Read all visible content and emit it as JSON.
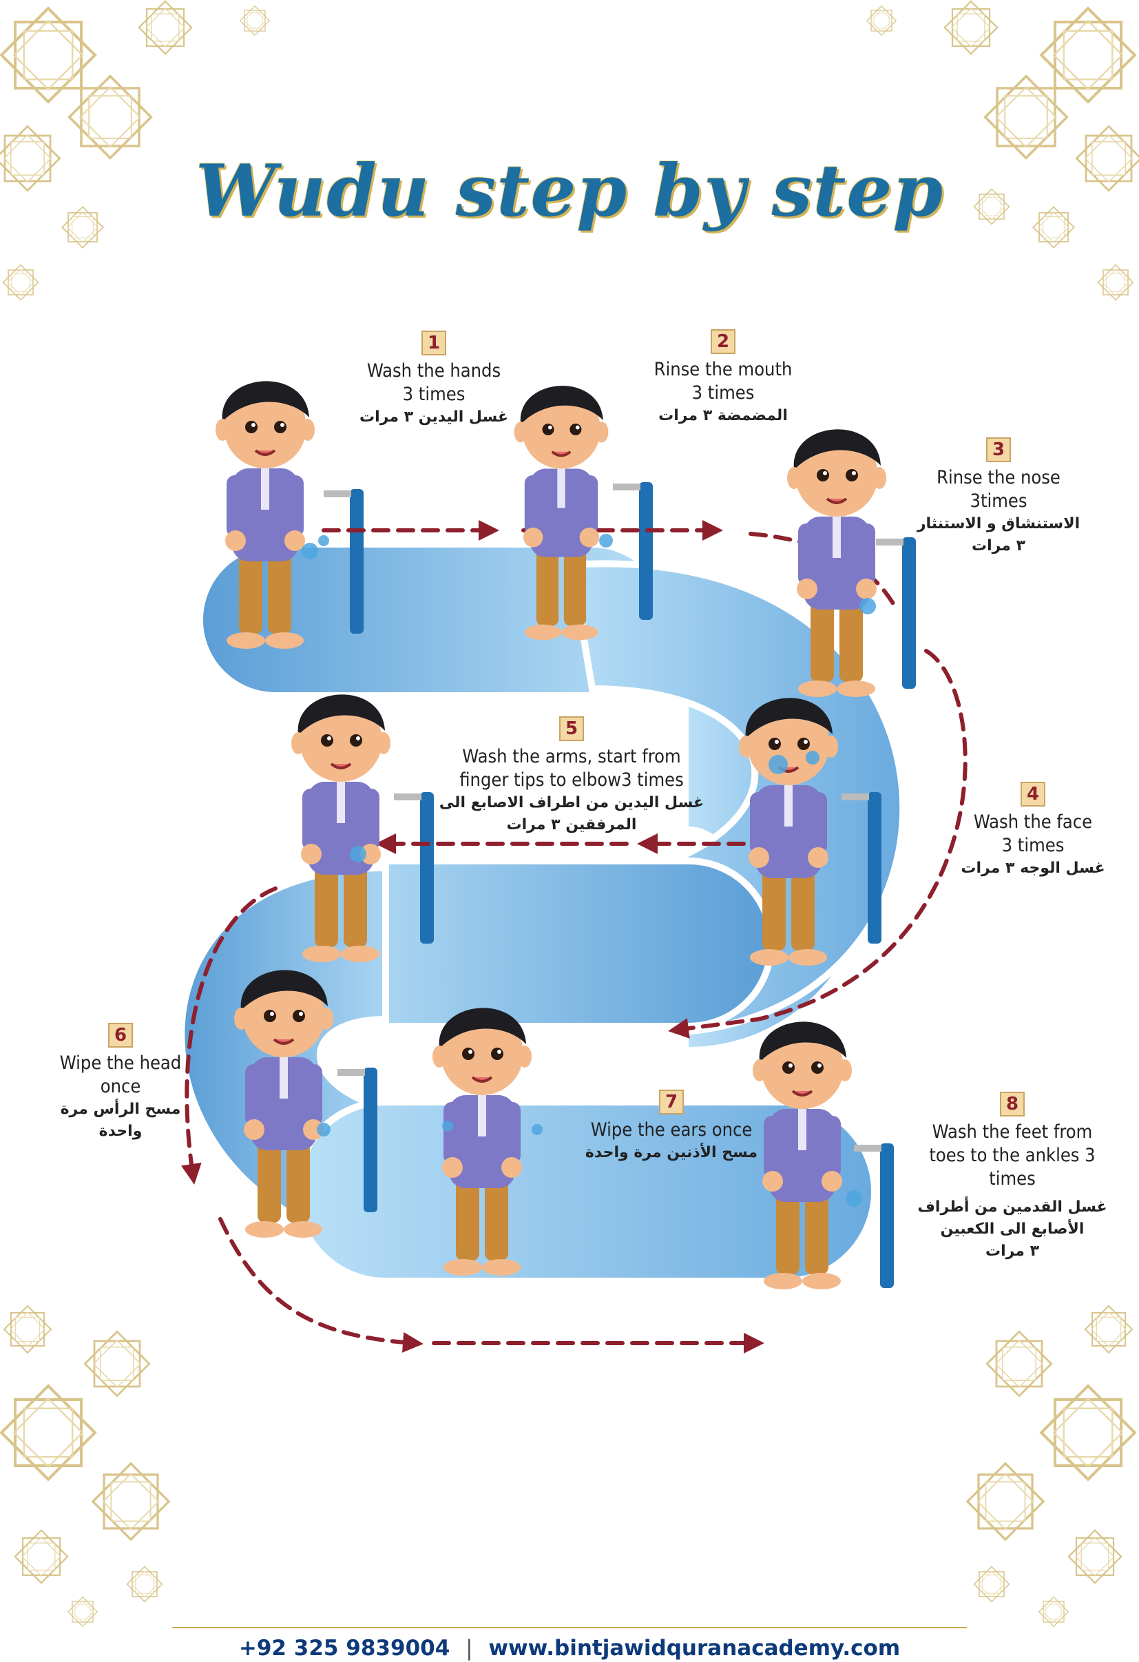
{
  "title": "Wudu step by step",
  "steps": [
    {
      "num": "1",
      "en1": "Wash the hands",
      "en2": "3 times",
      "en3": "",
      "ar1": "غسل اليدين ٣ مرات",
      "ar2": "",
      "ar3": ""
    },
    {
      "num": "2",
      "en1": "Rinse the mouth",
      "en2": "3 times",
      "en3": "",
      "ar1": "المضمضة ٣ مرات",
      "ar2": "",
      "ar3": ""
    },
    {
      "num": "3",
      "en1": "Rinse the nose",
      "en2": "3times",
      "en3": "",
      "ar1": "الاستنشاق و الاستنثار",
      "ar2": "٣ مرات",
      "ar3": ""
    },
    {
      "num": "4",
      "en1": "Wash the face",
      "en2": "3 times",
      "en3": "",
      "ar1": "غسل الوجه ٣ مرات",
      "ar2": "",
      "ar3": ""
    },
    {
      "num": "5",
      "en1": "Wash the arms, start from",
      "en2": "finger tips to elbow3 times",
      "en3": "",
      "ar1": "غسل اليدين من اطراف الاصابع الى",
      "ar2": "المرفقين  ٣ مرات",
      "ar3": ""
    },
    {
      "num": "6",
      "en1": "Wipe the head",
      "en2": "once",
      "en3": "",
      "ar1": "مسح الرأس مرة",
      "ar2": "واحدة",
      "ar3": ""
    },
    {
      "num": "7",
      "en1": "Wipe the ears once",
      "en2": "",
      "en3": "",
      "ar1": "مسح الأذنين مرة واحدة",
      "ar2": "",
      "ar3": ""
    },
    {
      "num": "8",
      "en1": "Wash the feet from",
      "en2": "toes to the ankles 3",
      "en3": "times",
      "ar1": "غسل القدمين من أطراف",
      "ar2": "الأصابع الى الكعبين",
      "ar3": "٣ مرات"
    }
  ],
  "footer": {
    "phone": "+92 325 9839004",
    "separator": "|",
    "website": "www.bintjawidquranacademy.com"
  },
  "colors": {
    "title": "#1c6fa0",
    "title_shadow": "#d4b457",
    "pipe_dark": "#5b9ed6",
    "pipe_light": "#b9e0f7",
    "arrows": "#8e1f2c",
    "ornament": "#d9c48a",
    "footer_text": "#0d3a7a"
  },
  "icons": [
    "star-ornament-icon",
    "water-tap-icon",
    "arrow-right-icon",
    "arrow-left-icon",
    "arrow-down-icon"
  ]
}
